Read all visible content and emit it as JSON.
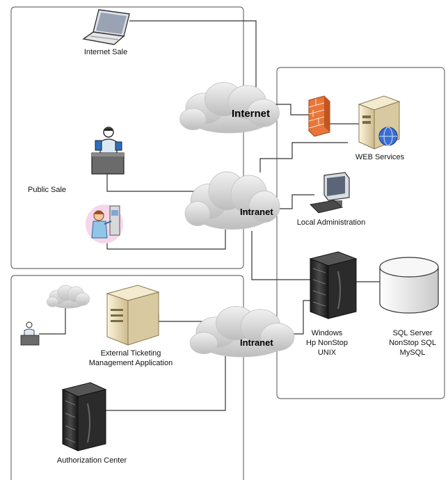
{
  "labels": {
    "internet_sale": "Internet Sale",
    "public_sale": "Public Sale",
    "web_services": "WEB Services",
    "local_administration": "Local Administration",
    "server_os": [
      "Windows",
      "Hp NonStop",
      "UNIX"
    ],
    "databases": [
      "SQL Server",
      "NonStop SQL",
      "MySQL"
    ],
    "external_ticketing": [
      "External Ticketing",
      "Management Application"
    ],
    "authorization_center": "Authorization Center"
  },
  "clouds": {
    "internet": "Internet",
    "intranet_top": "Intranet",
    "intranet_bottom": "Intranet"
  },
  "colors": {
    "frame": "#6f6f6f",
    "cloud": "#d9d9d9",
    "firewall": "#e8763a",
    "server_dark": "#2b2b2b",
    "server_beige": "#e9dcb8",
    "globe": "#3a6fd0"
  },
  "icons": [
    "laptop-icon",
    "clerk-icon",
    "kiosk-user-icon",
    "firewall-icon",
    "web-server-icon",
    "workstation-icon",
    "server-rack-icon",
    "database-icon",
    "small-cloud-icon",
    "small-clerk-icon",
    "external-server-icon",
    "authorization-server-icon"
  ]
}
